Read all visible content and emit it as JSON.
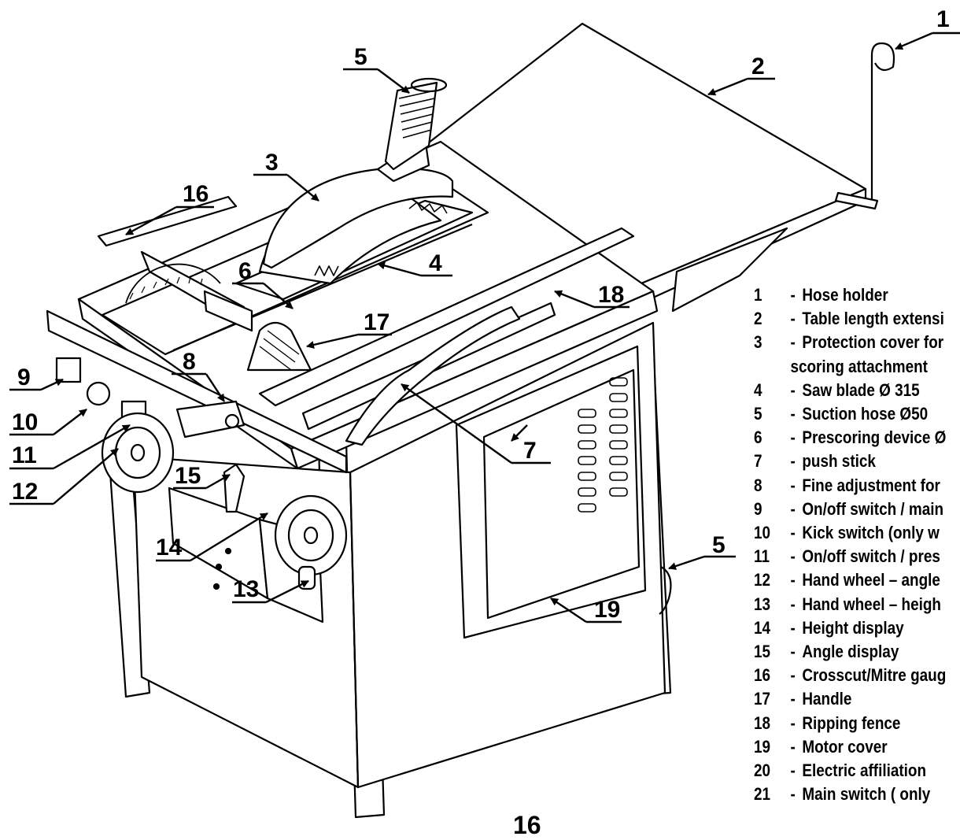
{
  "callouts": [
    "1",
    "2",
    "5",
    "3",
    "16",
    "4",
    "6",
    "18",
    "17",
    "8",
    "9",
    "10",
    "11",
    "7",
    "12",
    "15",
    "14",
    "5",
    "13",
    "19"
  ],
  "legend": [
    {
      "num": "1",
      "sep": "-",
      "text": "Hose holder"
    },
    {
      "num": "2",
      "sep": "-",
      "text": "Table length extensi"
    },
    {
      "num": "3",
      "sep": "-",
      "text": "Protection cover for"
    },
    {
      "num": "",
      "sep": "",
      "text": "scoring attachment"
    },
    {
      "num": "4",
      "sep": "-",
      "text": "Saw blade Ø 315"
    },
    {
      "num": "5",
      "sep": "-",
      "text": "Suction hose Ø50"
    },
    {
      "num": "6",
      "sep": "-",
      "text": "Prescoring device Ø"
    },
    {
      "num": "7",
      "sep": "-",
      "text": "push stick"
    },
    {
      "num": "8",
      "sep": "-",
      "text": "Fine adjustment for"
    },
    {
      "num": "9",
      "sep": "-",
      "text": "On/off switch / main"
    },
    {
      "num": "10",
      "sep": "-",
      "text": "Kick switch (only w"
    },
    {
      "num": "11",
      "sep": "-",
      "text": "On/off switch / pres"
    },
    {
      "num": "12",
      "sep": "-",
      "text": "Hand wheel – angle"
    },
    {
      "num": "13",
      "sep": "-",
      "text": "Hand wheel – heigh"
    },
    {
      "num": "14",
      "sep": "-",
      "text": "Height display"
    },
    {
      "num": "15",
      "sep": "-",
      "text": "Angle display"
    },
    {
      "num": "16",
      "sep": "-",
      "text": "Crosscut/Mitre gaug"
    },
    {
      "num": "17",
      "sep": "-",
      "text": "Handle"
    },
    {
      "num": "18",
      "sep": "-",
      "text": "Ripping fence"
    },
    {
      "num": "19",
      "sep": "-",
      "text": "Motor cover"
    },
    {
      "num": "20",
      "sep": "-",
      "text": "Electric affiliation"
    },
    {
      "num": "21",
      "sep": "-",
      "text": "Main switch ( only"
    }
  ],
  "page_number": "16"
}
